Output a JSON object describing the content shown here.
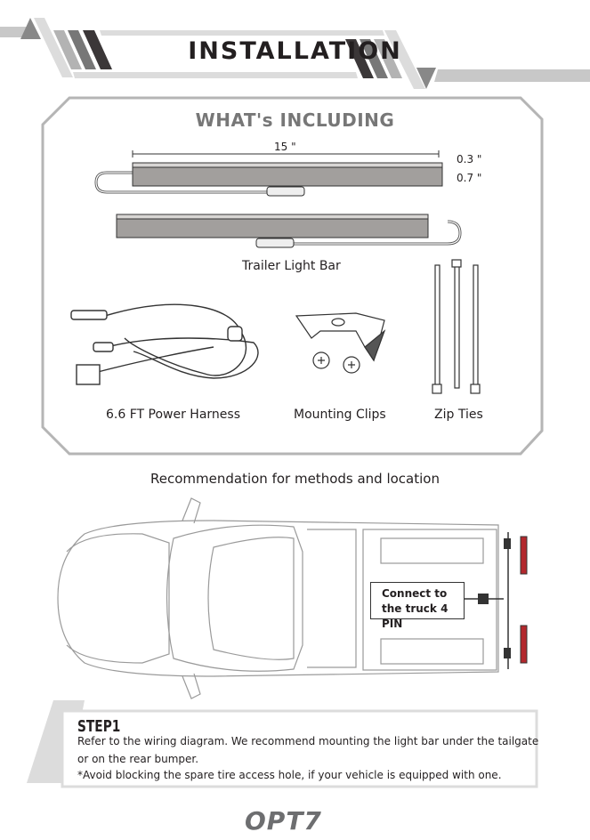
{
  "header": {
    "title": "INSTALLATION"
  },
  "included": {
    "title": "WHAT's INCLUDING",
    "dimensions": {
      "length": "15 \"",
      "height_top": "0.3 \"",
      "height": "0.7 \""
    },
    "items": [
      {
        "label": "Trailer Light Bar"
      },
      {
        "label": "6.6 FT Power Harness"
      },
      {
        "label": "Mounting Clips"
      },
      {
        "label": "Zip Ties"
      }
    ]
  },
  "recommendation": {
    "title": "Recommendation for methods and location",
    "callout_line1": "Connect to",
    "callout_line2": "the truck 4 PIN"
  },
  "step": {
    "title": "STEP1",
    "lines": [
      "Refer to the wiring diagram. We recommend mounting the light bar under the tailgate",
      "or on the rear bumper.",
      "*Avoid blocking the spare tire access hole, if your vehicle is equipped with one."
    ]
  },
  "footer": {
    "logo": "OPT7"
  },
  "colors": {
    "dark": "#3b3738",
    "mid": "#777777",
    "light": "#dcdcdc",
    "red": "#b3282d"
  }
}
